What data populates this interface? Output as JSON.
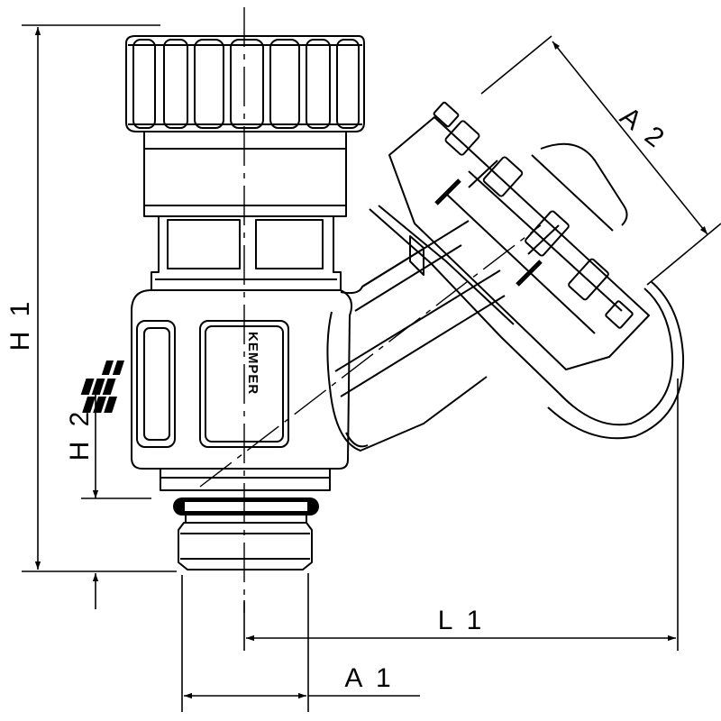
{
  "drawing": {
    "brand": "KEMPER",
    "dimensions": {
      "h1": "H 1",
      "h2": "H 2",
      "l1": "L 1",
      "a1": "A 1",
      "a2": "A 2"
    }
  }
}
